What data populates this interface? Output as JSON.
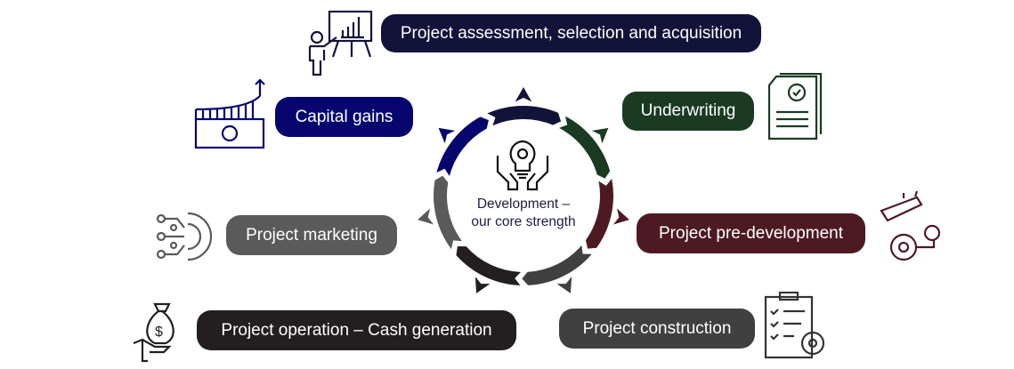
{
  "center": {
    "line1": "Development –",
    "line2": "our core strength",
    "icon": "lightbulb-gear-hands-icon"
  },
  "steps": [
    {
      "label": "Project assessment, selection and acquisition",
      "color": "#13133a",
      "icon": "presentation-chart-icon"
    },
    {
      "label": "Underwriting",
      "color": "#1a3a22",
      "icon": "certificate-document-icon"
    },
    {
      "label": "Project pre-development",
      "color": "#4d1a24",
      "icon": "design-gears-icon"
    },
    {
      "label": "Project construction",
      "color": "#404040",
      "icon": "checklist-gear-icon"
    },
    {
      "label": "Project operation – Cash generation",
      "color": "#231f20",
      "icon": "money-bag-hand-icon"
    },
    {
      "label": "Project marketing",
      "color": "#5a5a5a",
      "icon": "gear-network-icon"
    },
    {
      "label": "Capital gains",
      "color": "#06066e",
      "icon": "money-growth-icon"
    }
  ]
}
